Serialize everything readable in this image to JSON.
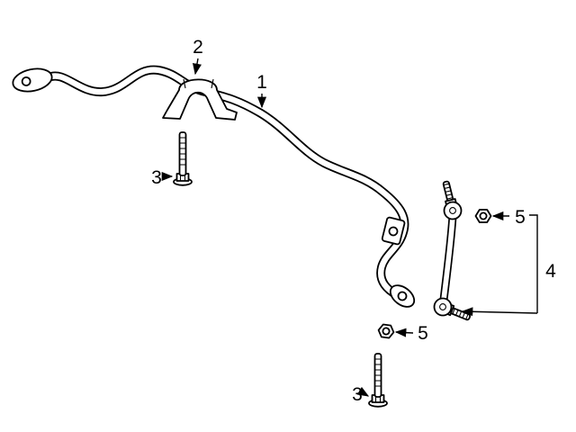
{
  "diagram": {
    "background_color": "#ffffff",
    "line_color": "#000000",
    "callouts": [
      {
        "label": "1"
      },
      {
        "label": "2"
      },
      {
        "label": "3"
      },
      {
        "label": "3"
      },
      {
        "label": "4"
      },
      {
        "label": "5"
      },
      {
        "label": "5"
      }
    ]
  }
}
